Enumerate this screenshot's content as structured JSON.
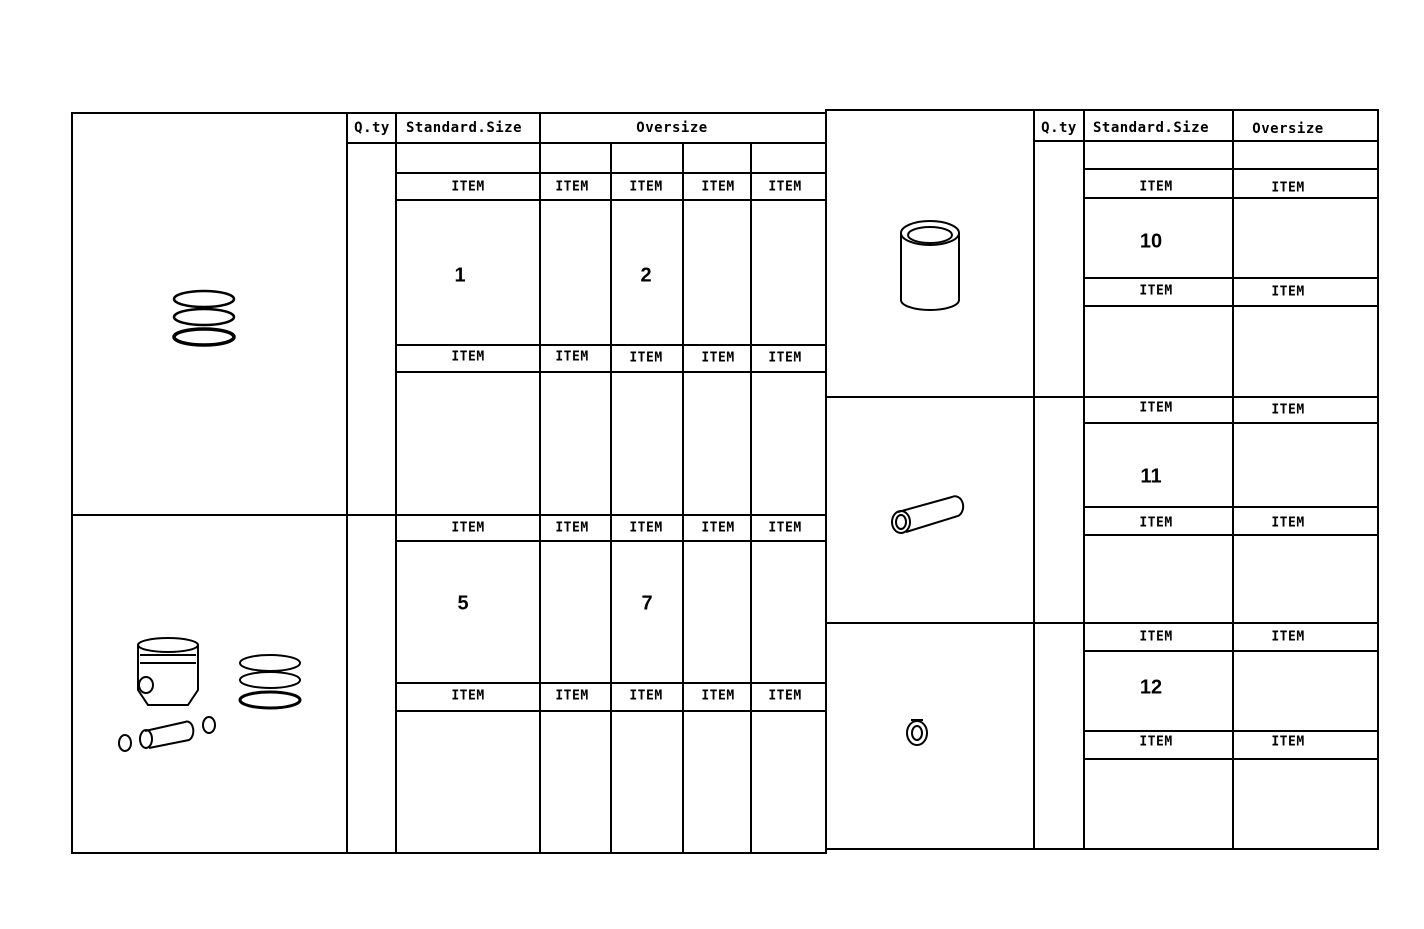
{
  "left_table": {
    "headers": {
      "qty": "Q.ty",
      "standard": "Standard.Size",
      "oversize": "Oversize"
    },
    "item_label": "ITEM",
    "numbers": {
      "n1": "1",
      "n2": "2",
      "n5": "5",
      "n7": "7"
    },
    "parts": [
      "piston-rings-icon",
      "piston-assembly-icon"
    ]
  },
  "right_table": {
    "headers": {
      "qty": "Q.ty",
      "standard": "Standard.Size",
      "oversize": "Oversize"
    },
    "item_label": "ITEM",
    "numbers": {
      "n10": "10",
      "n11": "11",
      "n12": "12"
    },
    "parts": [
      "cylinder-sleeve-icon",
      "piston-pin-icon",
      "snap-ring-icon"
    ]
  }
}
